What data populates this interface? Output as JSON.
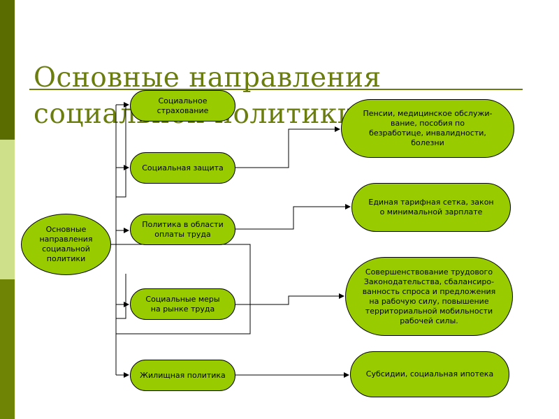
{
  "title": {
    "line1": "Основные направления",
    "line2": "социальной политики"
  },
  "root": {
    "label": "Основные\nнаправления\nсоциальной\nполитики"
  },
  "directions": [
    {
      "label": "Социальное\nстрахование"
    },
    {
      "label": "Социальная защита"
    },
    {
      "label": "Политика в области\nоплаты труда"
    },
    {
      "label": "Социальные меры\nна рынке труда"
    },
    {
      "label": "Жилищная политика"
    }
  ],
  "outcomes": [
    {
      "label": "Пенсии, медицинское обслужи-\nвание, пособия по\nбезработице, инвалидности,\nболезни"
    },
    {
      "label": "Единая тарифная сетка, закон\nо минимальной зарплате"
    },
    {
      "label": "Совершенствование трудового\nЗаконодательства, сбалансиро-\nванность спроса и предложения\nна рабочую силу, повышение\nтерриториальной мобильности\nрабочей силы."
    },
    {
      "label": "Субсидии, социальная ипотека"
    }
  ],
  "colors": {
    "node_fill": "#99cc00",
    "title": "#6b7d0e",
    "bar_dark": "#5a6b00",
    "bar_light": "#cfe08a"
  }
}
